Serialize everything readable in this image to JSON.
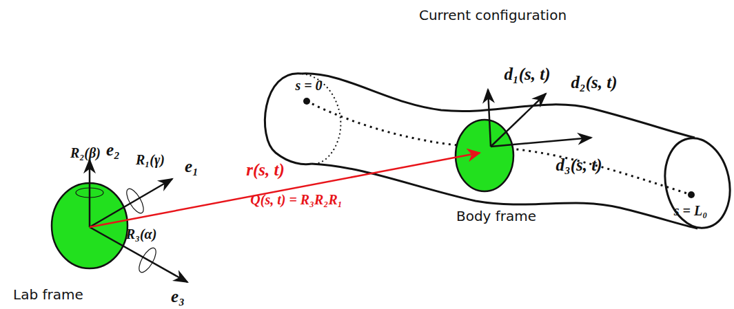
{
  "diagram": {
    "labels": [
      "Current configuration",
      "d₁(s, t)",
      "d₂(s, t)",
      "s = 0",
      "d₃(s, t)",
      "r(s, t)",
      "R₂(β)",
      "e₂",
      "R₁(γ)",
      "e₁",
      "Q(s, t) = R₃R₂R₁",
      "R₃(α)",
      "e₃",
      "Body frame",
      "s = L₀",
      "Lab frame"
    ]
  }
}
